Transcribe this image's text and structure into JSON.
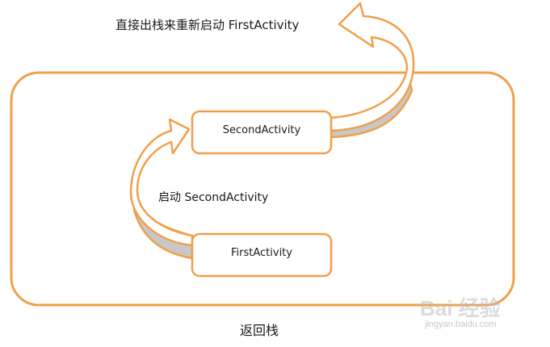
{
  "diagram": {
    "restart_caption": "直接出栈来重新启动 FirstActivity",
    "launch_caption": "启动 SecondActivity",
    "stack_caption": "返回栈",
    "second_activity_label": "SecondActivity",
    "first_activity_label": "FirstActivity"
  },
  "colors": {
    "accent": "#f0a04b",
    "arrow_side": "#c8c8c8",
    "background": "#ffffff"
  },
  "watermark": {
    "brand": "Bai 经验",
    "url": "jingyan.baidu.com"
  }
}
